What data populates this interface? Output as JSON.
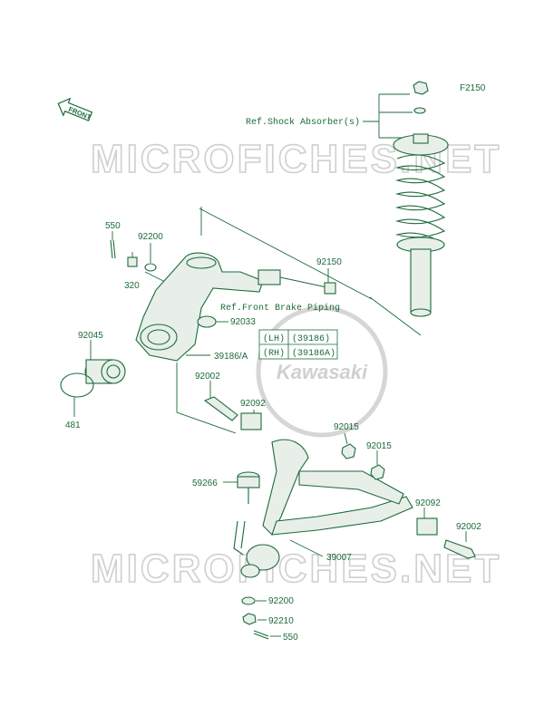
{
  "figure_code": "F2150",
  "front_label": "FRONT",
  "watermark_text": "MICROFICHES.NET",
  "brand_text": "Kawasaki",
  "refs": {
    "shock_absorber": "Ref.Shock Absorber(s)",
    "brake_piping": "Ref.Front Brake Piping"
  },
  "variant_table": {
    "rows": [
      {
        "side": "(LH)",
        "part": "(39186)"
      },
      {
        "side": "(RH)",
        "part": "(39186A)"
      }
    ]
  },
  "callouts": [
    "550",
    "92200",
    "320",
    "92150",
    "92033",
    "39186/A",
    "92045",
    "481",
    "92002",
    "92092",
    "92015",
    "92015",
    "59266",
    "92092",
    "92002",
    "39007",
    "92200",
    "92210",
    "550"
  ],
  "colors": {
    "line": "#1c6b3a",
    "watermark": "#cfcfcf"
  }
}
